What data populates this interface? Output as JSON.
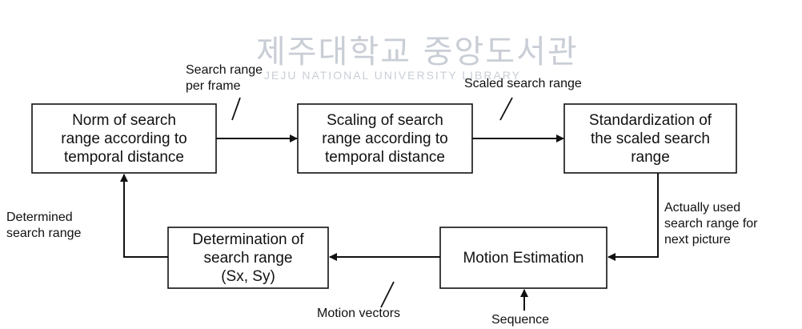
{
  "watermark": {
    "korean": "제주대학교 중앙도서관",
    "english": "JEJU NATIONAL UNIVERSITY LIBRARY"
  },
  "boxes": {
    "norm": [
      "Norm  of search",
      "range according to",
      "temporal distance"
    ],
    "scaling": [
      "Scaling of search",
      "range according to",
      "temporal distance"
    ],
    "standardization": [
      "Standardization of",
      "the scaled search",
      "range"
    ],
    "motion_estimation": [
      "Motion Estimation"
    ],
    "determination": [
      "Determination of",
      "search range"
    ],
    "determination_params": "(Sx, Sy)"
  },
  "labels": {
    "search_range_per_frame": [
      "Search range",
      "per frame"
    ],
    "scaled_search_range": "Scaled search range",
    "actually_used": [
      "Actually used",
      "search range for",
      "next picture"
    ],
    "determined_search_range": [
      "Determined",
      "search range"
    ],
    "motion_vectors": "Motion vectors",
    "sequence": "Sequence"
  },
  "colors": {
    "line": "#111111",
    "watermark": "#c9ced6"
  }
}
